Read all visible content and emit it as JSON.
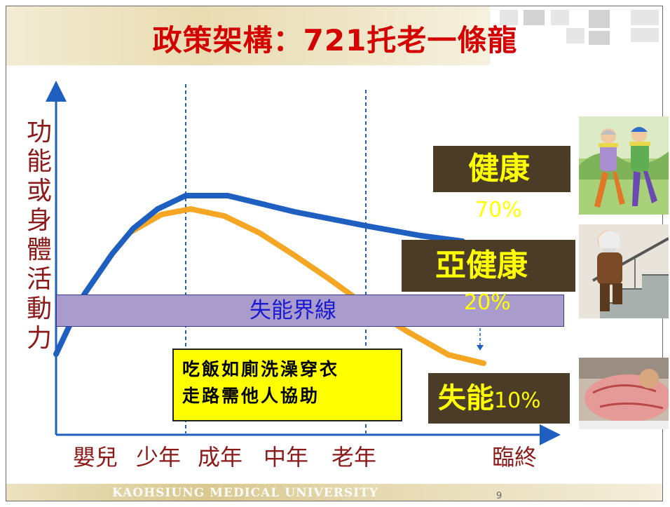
{
  "slide": {
    "title": "政策架構：721托老一條龍",
    "footer_text": "KAOHSIUNG MEDICAL UNIVERSITY",
    "page_number": "9"
  },
  "chart": {
    "y_axis_label": [
      "功",
      "能",
      "或",
      "身",
      "體",
      "活",
      "動",
      "力"
    ],
    "x_labels": {
      "infant": "嬰兒",
      "youth": "少年",
      "adult": "成年",
      "middle": "中年",
      "old": "老年",
      "end": "臨終"
    },
    "threshold_label": "失能界線",
    "note_lines": [
      "吃飯如廁洗澡穿衣",
      "走路需他人協助"
    ],
    "colors": {
      "healthy_curve": "#1e5fc0",
      "decline_curve": "#f5a623",
      "threshold_fill": "#a99ccd",
      "title_red": "#d40000",
      "box_bg": "#4a3c26",
      "box_text": "#ffff00"
    }
  },
  "states": {
    "healthy": {
      "label": "健康",
      "percent": "70%"
    },
    "subhealthy": {
      "label": "亞健康",
      "percent": "20%"
    },
    "disabled": {
      "label": "失能",
      "percent": "10%"
    }
  },
  "photos": {
    "walking": "elderly-couple-walking-image",
    "stairs": "elderly-man-stairs-image",
    "bedridden": "bedridden-patient-image"
  }
}
